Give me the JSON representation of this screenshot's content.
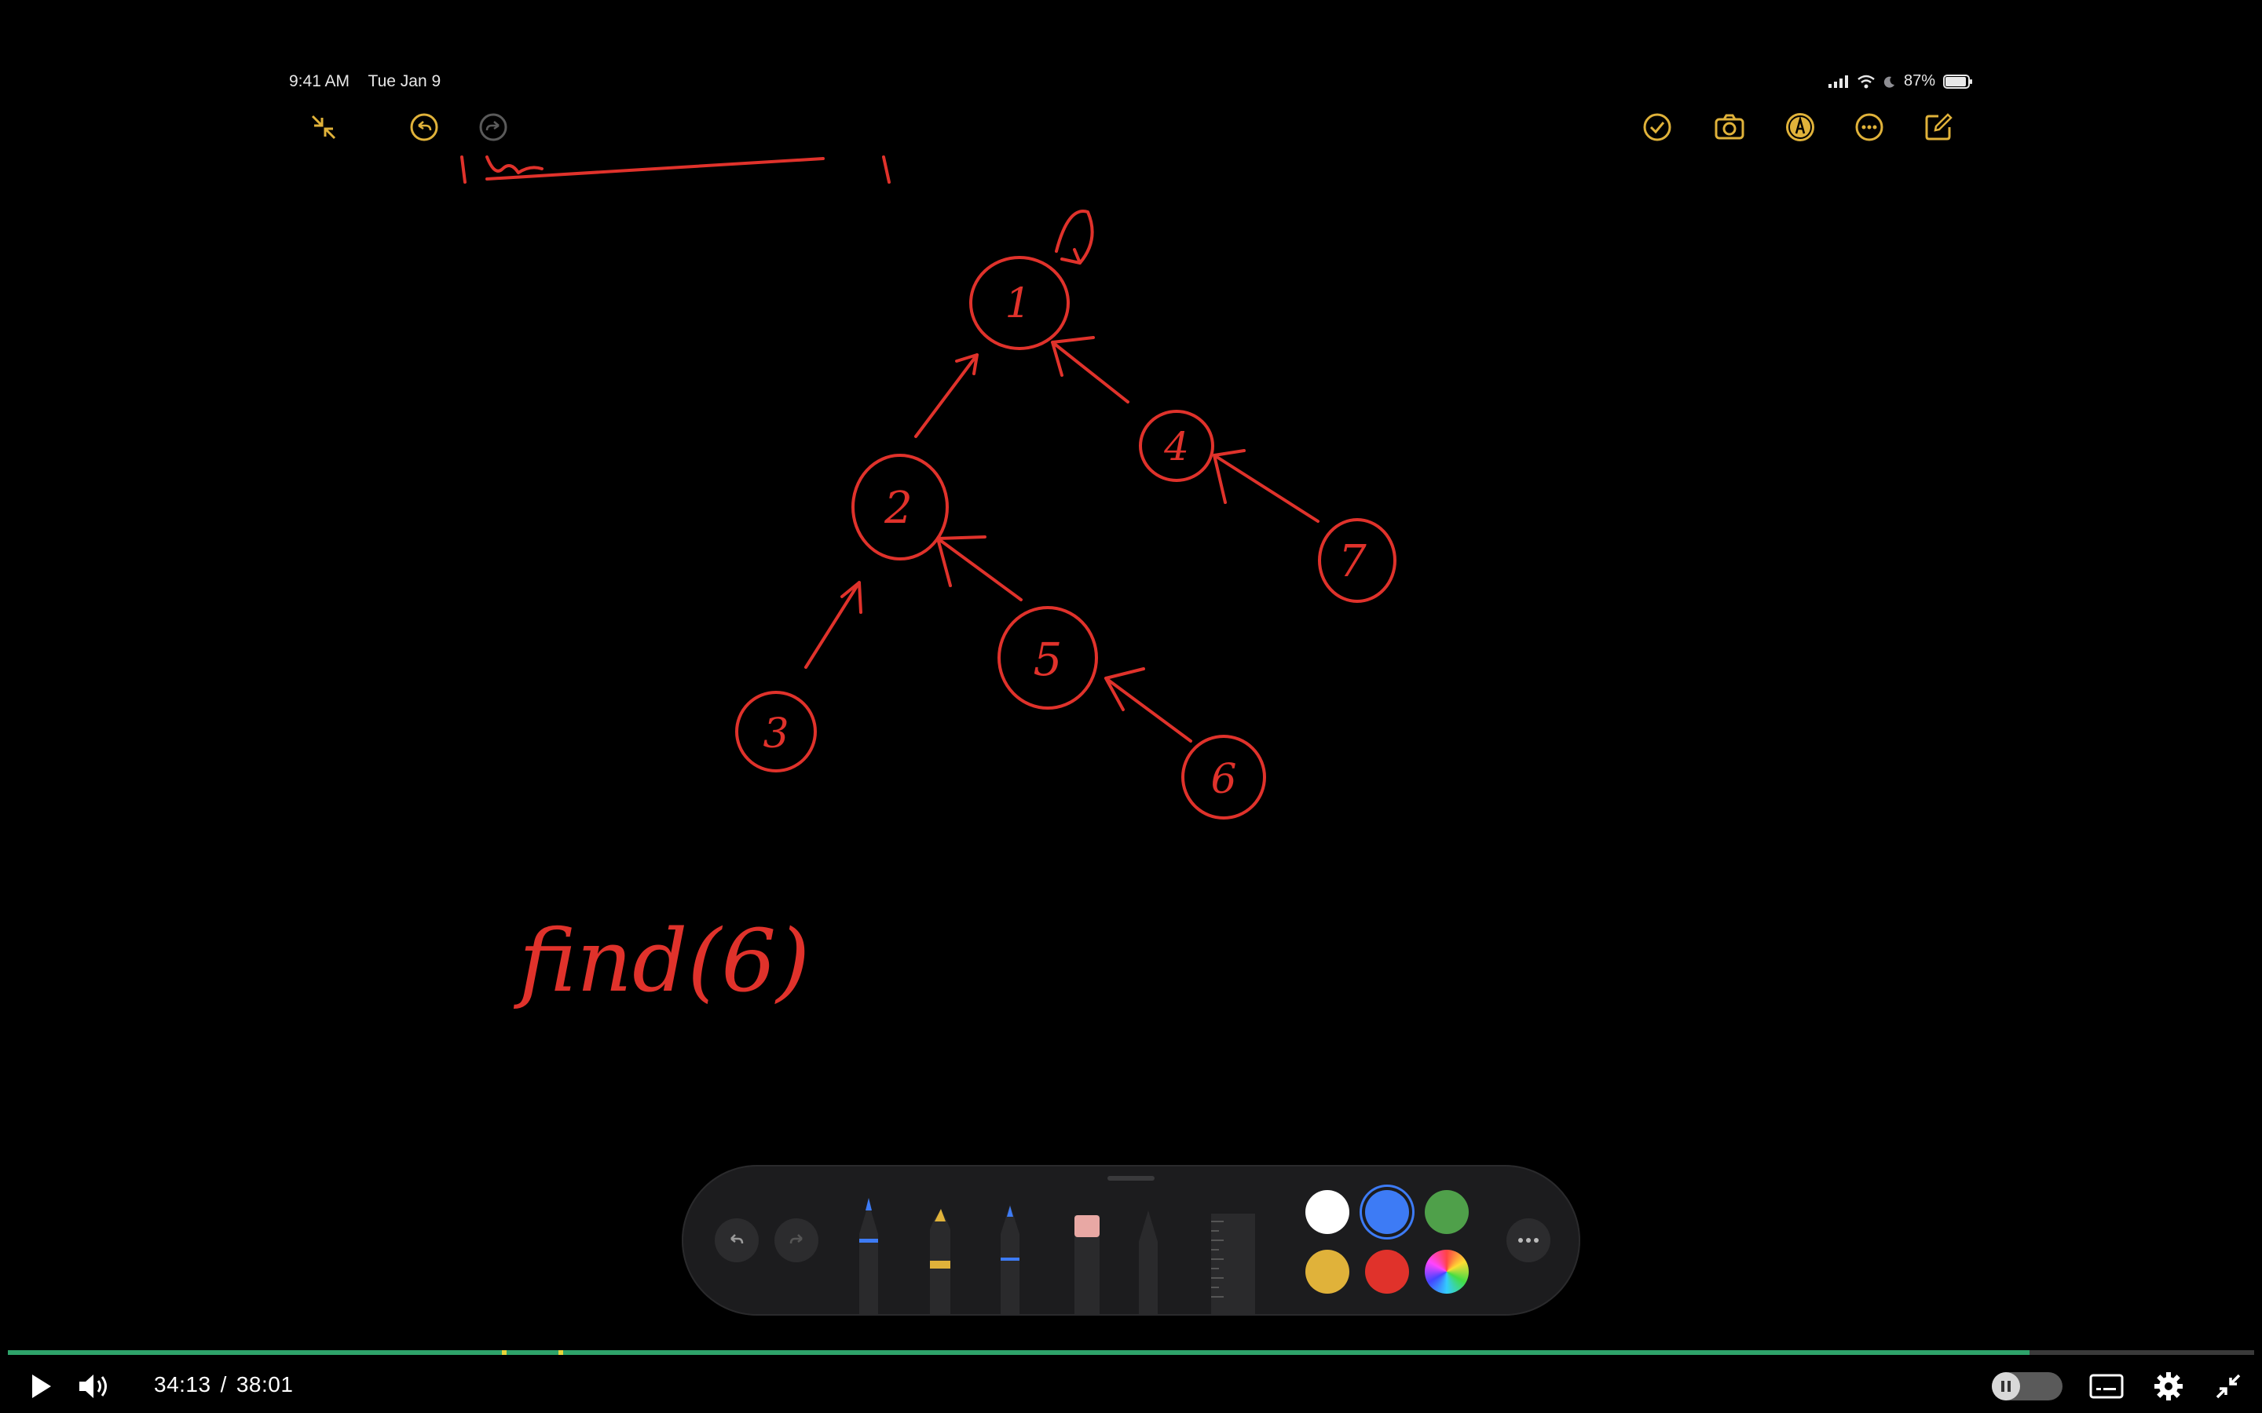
{
  "status_bar": {
    "time": "9:41 AM",
    "date": "Tue Jan 9",
    "battery": "87%"
  },
  "toolbar": {
    "left_icons": [
      "collapse-icon",
      "undo-icon",
      "redo-icon"
    ],
    "right_icons": [
      "checklist-icon",
      "camera-icon",
      "markup-icon",
      "more-icon",
      "compose-icon"
    ]
  },
  "drawing": {
    "nodes": [
      "1",
      "2",
      "4",
      "7",
      "5",
      "3",
      "6"
    ],
    "caption": "find(6)",
    "ink_color": "#e0322b"
  },
  "palette": {
    "tools": [
      "pen",
      "highlighter",
      "marker",
      "eraser",
      "pencil",
      "ruler"
    ],
    "colors": [
      "#ffffff",
      "#3d7bf5",
      "#4fa04a",
      "#e0b23a",
      "#e0322b",
      "multicolor"
    ],
    "selected_color": "#3d7bf5"
  },
  "video": {
    "current_time": "34:13",
    "separator": "/",
    "duration": "38:01",
    "progress": 0.9,
    "chapter_marks": [
      0.22,
      0.245
    ],
    "accent": "#2ea36a"
  }
}
